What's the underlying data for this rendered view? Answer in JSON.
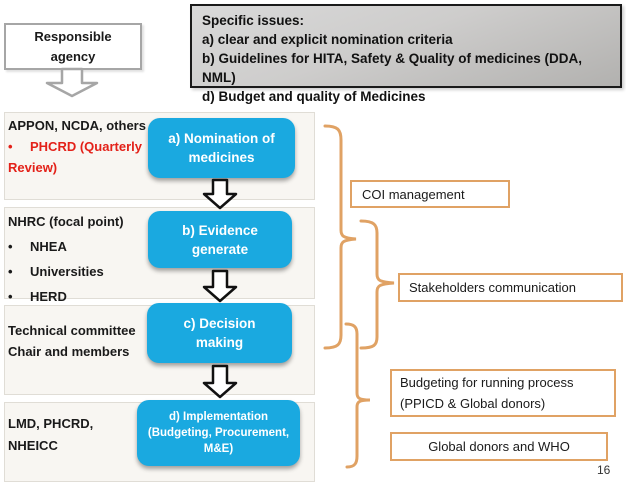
{
  "slide": {
    "page_number": "16"
  },
  "colors": {
    "step_blue": "#1aa9e0",
    "annotation_orange": "#e0a264",
    "alert_red": "#e32119",
    "gray_border": "#a6a6a6"
  },
  "responsible_agency": {
    "lines": [
      "Responsible",
      "agency"
    ]
  },
  "specific_issues": {
    "title": "Specific issues:",
    "items": [
      "a) clear and explicit nomination criteria",
      "b) Guidelines for HITA, Safety & Quality of medicines (DDA, NML)",
      "d) Budget and quality of Medicines"
    ]
  },
  "rows": [
    {
      "lines": [
        {
          "text": "APPON, NCDA, others"
        },
        {
          "text": "PHCRD (Quarterly",
          "bullet": "•"
        },
        {
          "text": "Review)"
        }
      ]
    },
    {
      "lines": [
        {
          "text": "NHRC (focal point)"
        },
        {
          "text": "NHEA",
          "bullet": "•"
        },
        {
          "text": "Universities",
          "bullet": "•"
        },
        {
          "text": "HERD",
          "bullet": "•"
        }
      ]
    },
    {
      "lines": [
        {
          "text": "Technical committee"
        },
        {
          "text": "Chair and members"
        }
      ]
    },
    {
      "lines": [
        {
          "text": "LMD, PHCRD,"
        },
        {
          "text": "NHEICC"
        }
      ]
    }
  ],
  "steps": [
    {
      "lines": [
        "a) Nomination of",
        "medicines"
      ]
    },
    {
      "lines": [
        "b) Evidence",
        "generate"
      ]
    },
    {
      "lines": [
        "c) Decision",
        "making"
      ]
    },
    {
      "lines": [
        "d) Implementation",
        "(Budgeting, Procurement,",
        "M&E)"
      ]
    }
  ],
  "annotations": {
    "coi": {
      "label": "COI management"
    },
    "stakeholders": {
      "label": "Stakeholders communication"
    },
    "budgeting": {
      "lines": [
        "Budgeting for running process",
        "(PPICD & Global donors)"
      ]
    },
    "global_donors": {
      "label": "Global donors and WHO"
    }
  }
}
